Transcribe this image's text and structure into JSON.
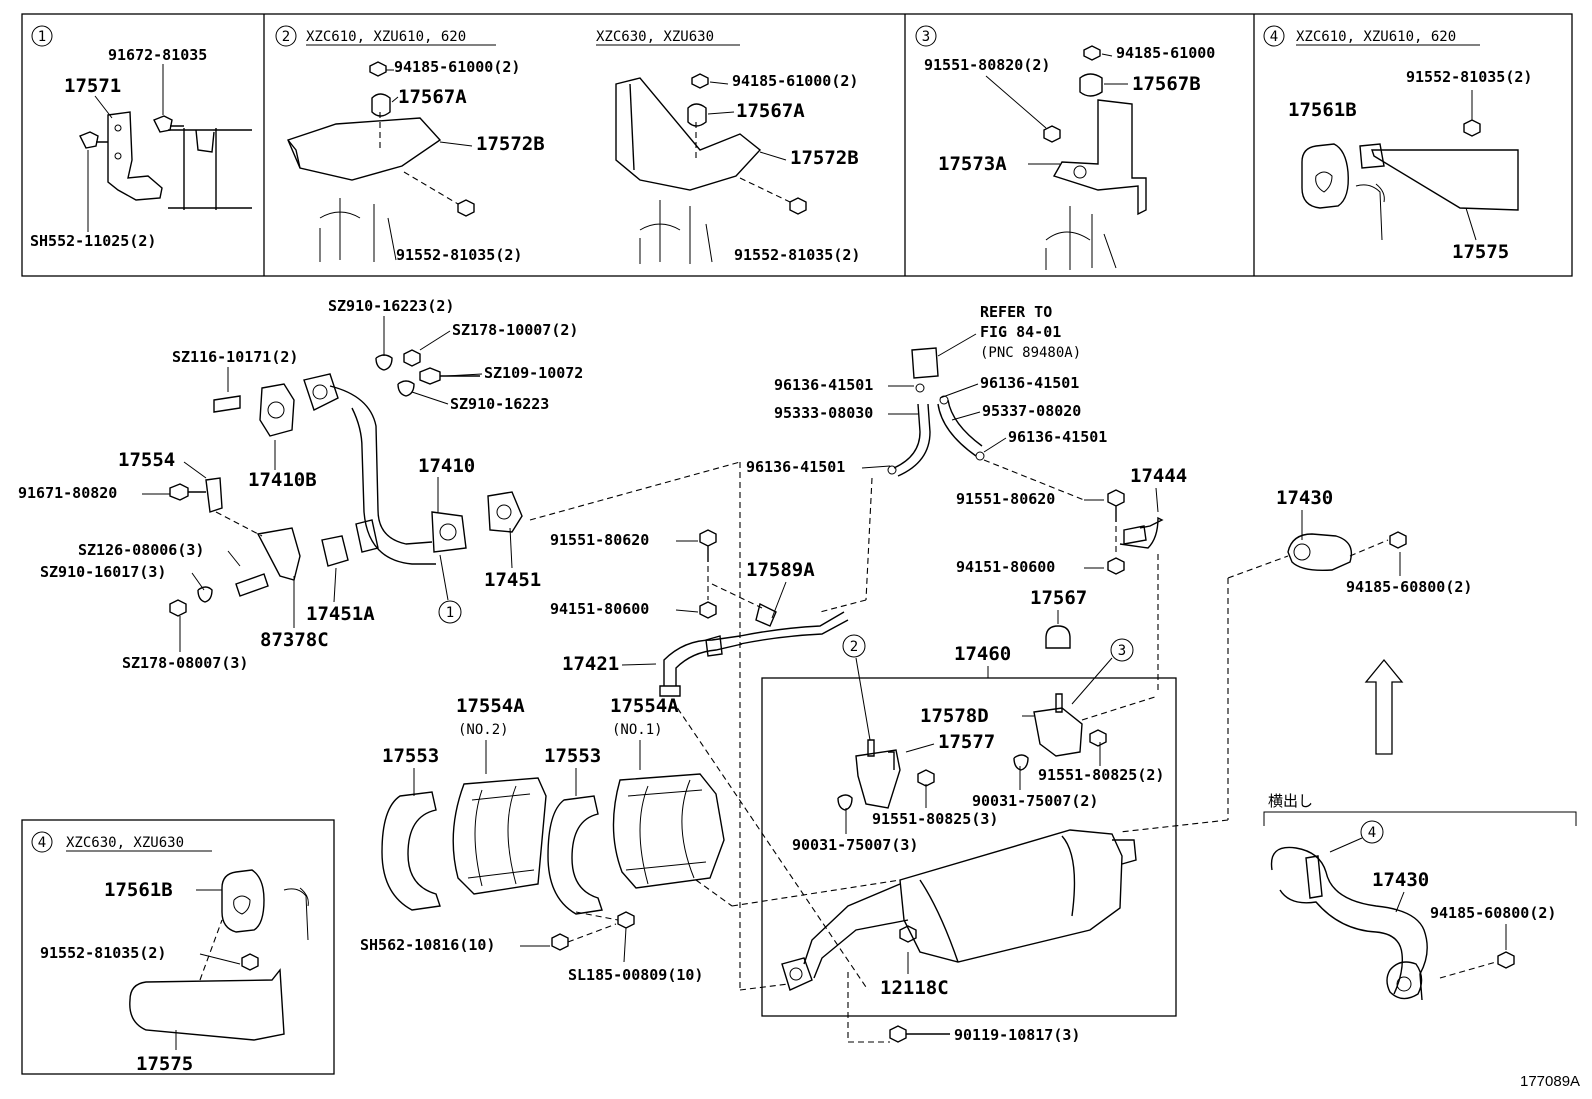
{
  "insets": {
    "i1": {
      "no": "1",
      "labels": [
        "91672-81035",
        "17571",
        "SH552-11025(2)"
      ]
    },
    "i2": {
      "no": "2",
      "variant_a": "XZC610, XZU610, 620",
      "variant_b": "XZC630, XZU630",
      "labels": [
        "94185-61000(2)",
        "17567A",
        "17572B",
        "91552-81035(2)",
        "94185-61000(2)",
        "17567A",
        "17572B",
        "91552-81035(2)"
      ]
    },
    "i3": {
      "no": "3",
      "labels": [
        "94185-61000",
        "91551-80820(2)",
        "17567B",
        "17573A"
      ]
    },
    "i4": {
      "no": "4",
      "variant": "XZC610, XZU610, 620",
      "labels": [
        "91552-81035(2)",
        "17561B",
        "17575"
      ]
    },
    "i5": {
      "no": "4",
      "variant": "XZC630, XZU630",
      "labels": [
        "17561B",
        "91552-81035(2)",
        "17575"
      ]
    }
  },
  "main": {
    "refer": [
      "REFER TO",
      "FIG 84-01",
      "(PNC 89480A)"
    ],
    "labels": {
      "sz910_16223_2": "SZ910-16223(2)",
      "sz178_10007_2": "SZ178-10007(2)",
      "sz116_10171_2": "SZ116-10171(2)",
      "sz109_10072": "SZ109-10072",
      "sz910_16223": "SZ910-16223",
      "p17410b": "17410B",
      "p17410": "17410",
      "p17554": "17554",
      "p91671_80820": "91671-80820",
      "p17451": "17451",
      "sz126_08006_3": "SZ126-08006(3)",
      "sz910_16017_3": "SZ910-16017(3)",
      "p17451a": "17451A",
      "p87378c": "87378C",
      "sz178_08007_3": "SZ178-08007(3)",
      "p96136_41501_a": "96136-41501",
      "p96136_41501_b": "96136-41501",
      "p95333_08030": "95333-08030",
      "p95337_08020": "95337-08020",
      "p96136_41501_c": "96136-41501",
      "p96136_41501_d": "96136-41501",
      "p91551_80620_a": "91551-80620",
      "p17589a": "17589A",
      "p94151_80600_a": "94151-80600",
      "p17421": "17421",
      "p17444": "17444",
      "p91551_80620_b": "91551-80620",
      "p94151_80600_b": "94151-80600",
      "p17567": "17567",
      "p17460": "17460",
      "p17430_top": "17430",
      "p94185_60800_a": "94185-60800(2)",
      "p17554a_1": "17554A",
      "no2": "(NO.2)",
      "p17554a_2": "17554A",
      "no1": "(NO.1)",
      "p17553_1": "17553",
      "p17553_2": "17553",
      "p17578d": "17578D",
      "p17577": "17577",
      "p91551_80825_a": "91551-80825(2)",
      "p90031_75007_a": "90031-75007(2)",
      "p91551_80825_b": "91551-80825(3)",
      "p90031_75007_b": "90031-75007(3)",
      "sh562_10816": "SH562-10816(10)",
      "sl185_00809": "SL185-00809(10)",
      "p12118c": "12118C",
      "p90119_10817": "90119-10817(3)",
      "yokodashi": "横出し",
      "p17430_side": "17430",
      "p94185_60800_b": "94185-60800(2)"
    },
    "callouts": {
      "c1": "1",
      "c2": "2",
      "c3": "3",
      "c4": "4"
    }
  },
  "figure_id": "177089A"
}
